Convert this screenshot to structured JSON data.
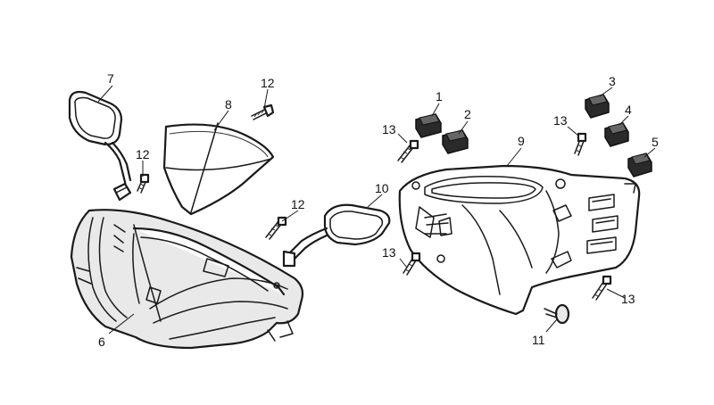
{
  "callouts": [
    {
      "id": "1",
      "text": "1"
    },
    {
      "id": "2",
      "text": "2"
    },
    {
      "id": "3",
      "text": "3"
    },
    {
      "id": "4",
      "text": "4"
    },
    {
      "id": "5",
      "text": "5"
    },
    {
      "id": "6",
      "text": "6"
    },
    {
      "id": "7",
      "text": "7"
    },
    {
      "id": "8",
      "text": "8"
    },
    {
      "id": "9",
      "text": "9"
    },
    {
      "id": "10",
      "text": "10"
    },
    {
      "id": "11",
      "text": "11"
    },
    {
      "id": "12a",
      "text": "12"
    },
    {
      "id": "12b",
      "text": "12"
    },
    {
      "id": "12c",
      "text": "12"
    },
    {
      "id": "13a",
      "text": "13"
    },
    {
      "id": "13b",
      "text": "13"
    },
    {
      "id": "13c",
      "text": "13"
    },
    {
      "id": "13d",
      "text": "13"
    }
  ]
}
